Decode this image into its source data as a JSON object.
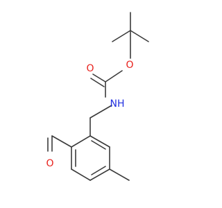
{
  "colors": {
    "bond": "#3a3a3a",
    "oxygen": "#e8201b",
    "nitrogen": "#2230e0"
  },
  "atoms": {
    "carbonyl_oxygen": {
      "label": "O",
      "element": "O"
    },
    "ester_oxygen": {
      "label": "O",
      "element": "O"
    },
    "amine_nitrogen": {
      "label": "NH",
      "element": "N"
    },
    "aldehyde_oxygen": {
      "label": "O",
      "element": "O"
    }
  }
}
